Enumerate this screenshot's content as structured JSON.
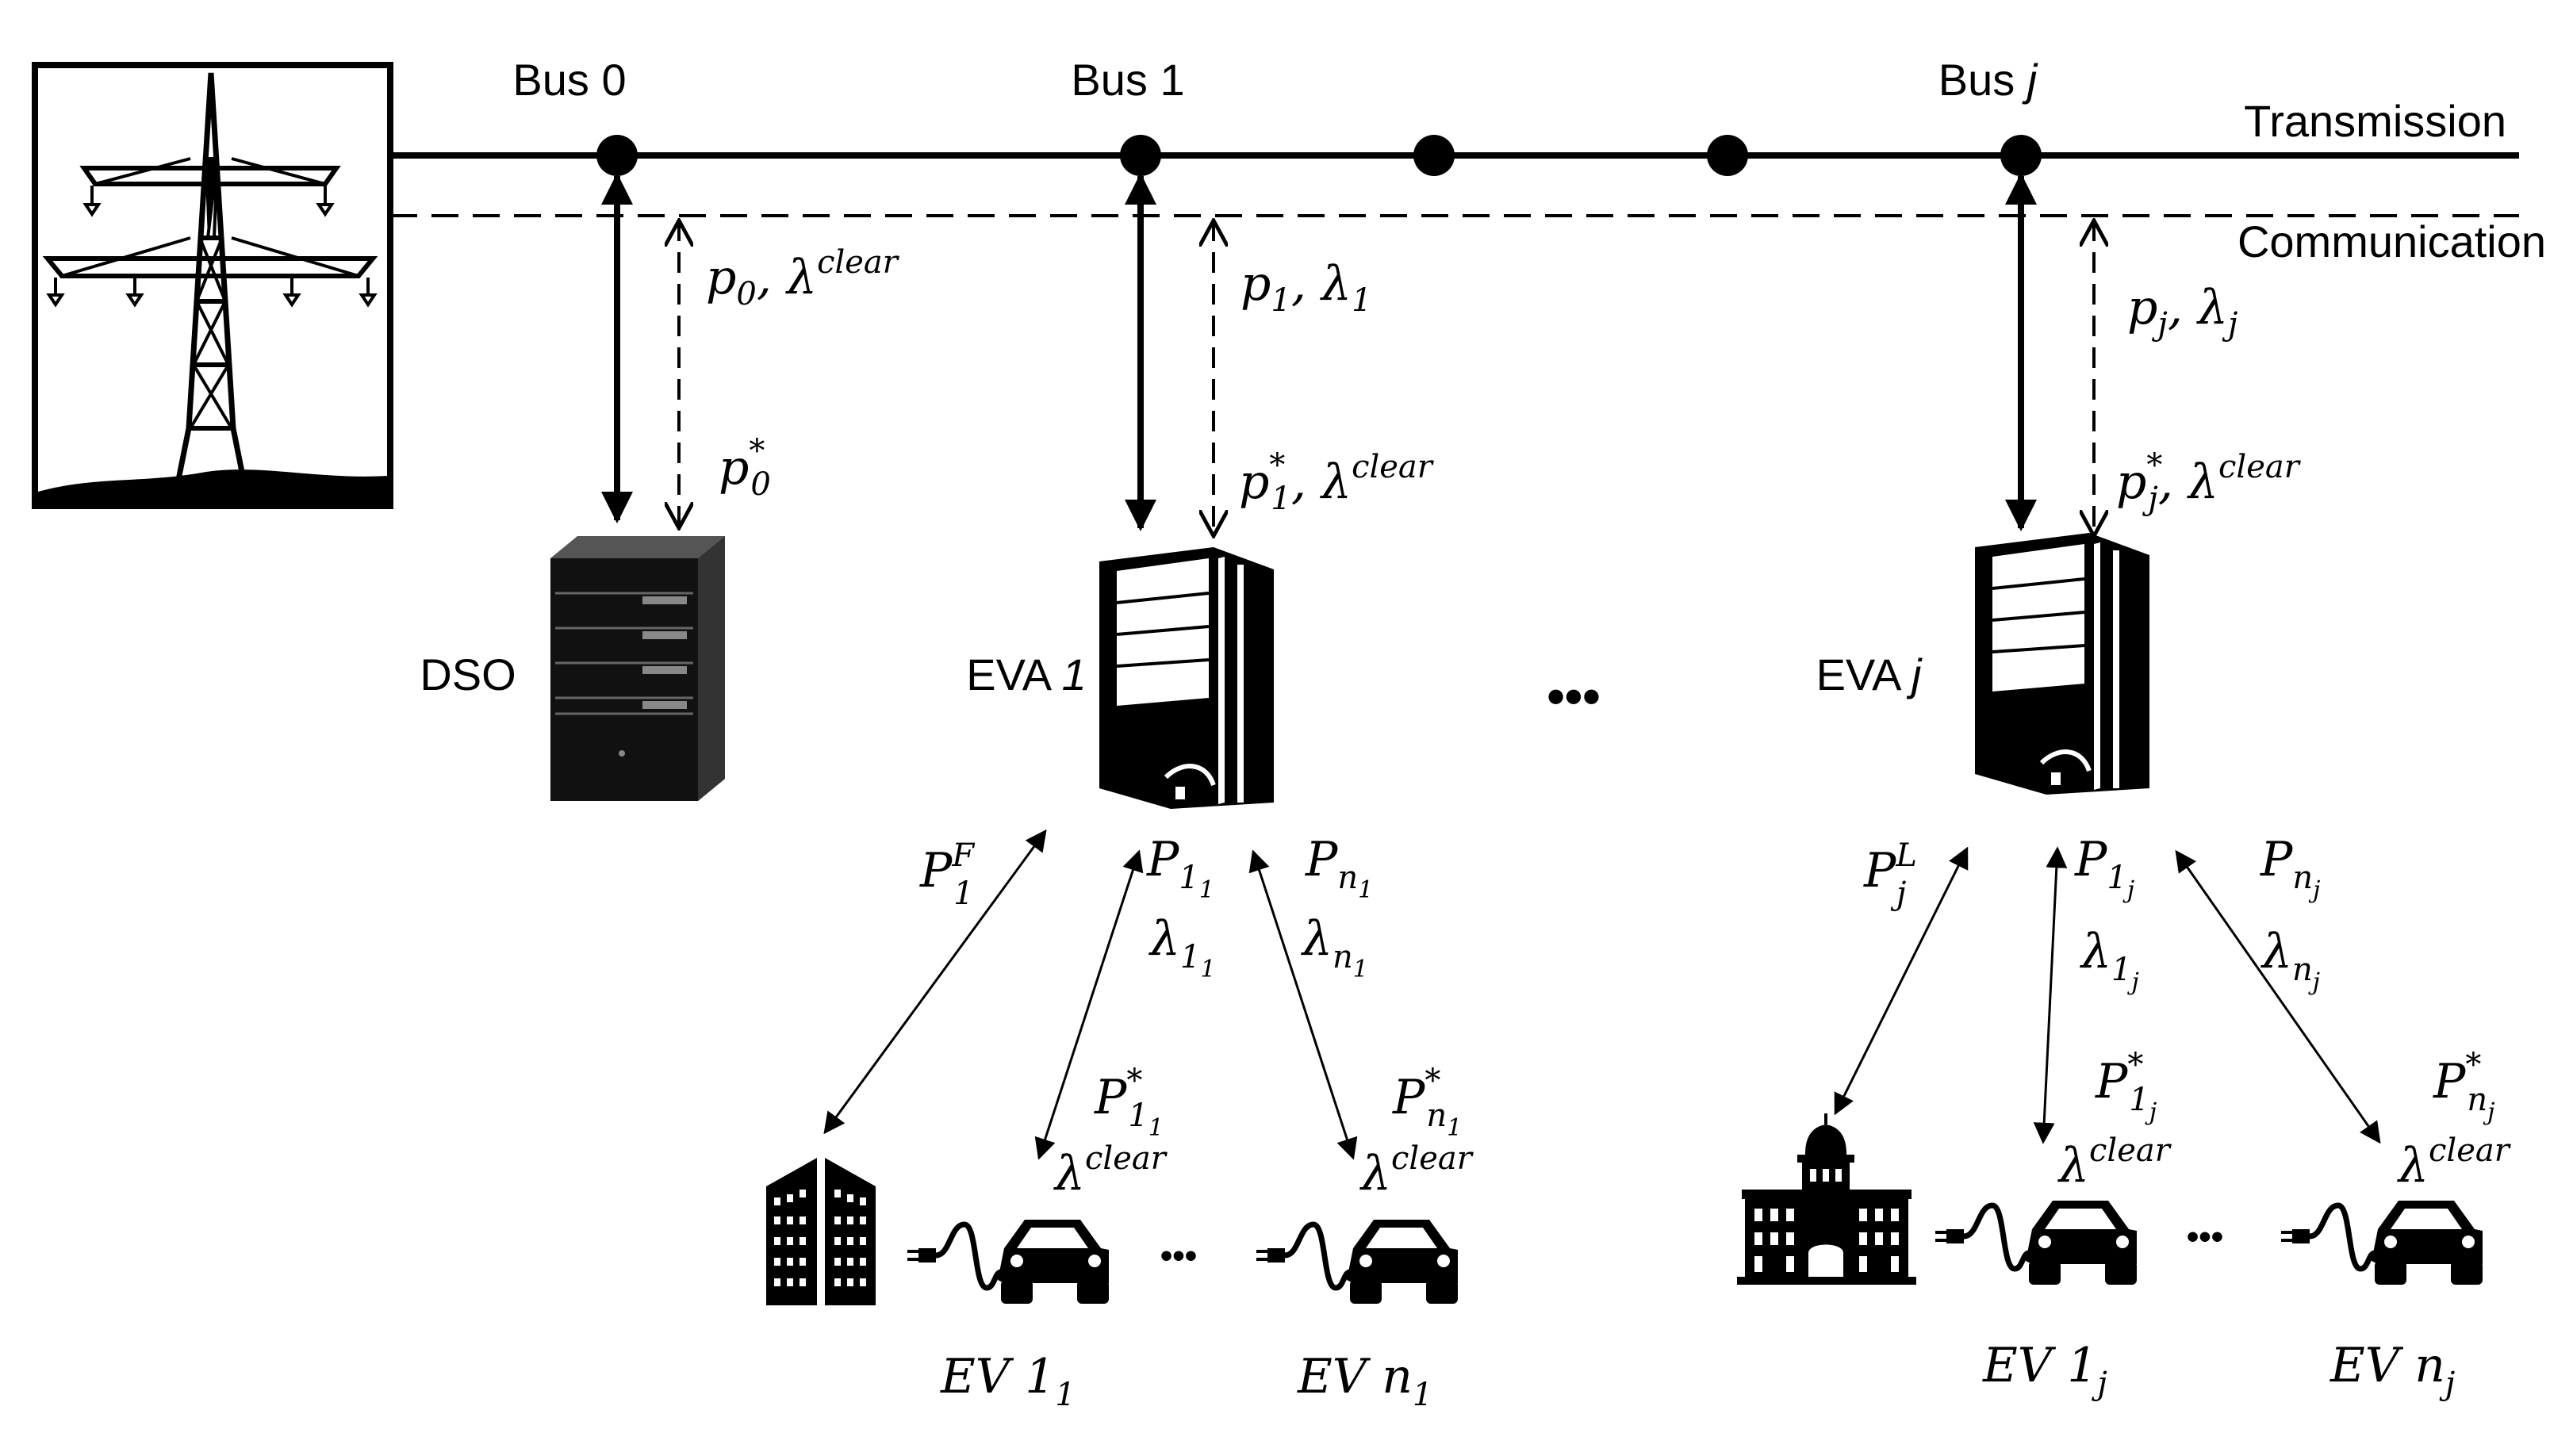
{
  "lines": {
    "transmission": "Transmission",
    "communication": "Communication"
  },
  "buses": {
    "bus0": "Bus 0",
    "bus1": "Bus 1",
    "busj_prefix": "Bus ",
    "busj_var": "j"
  },
  "nodes": {
    "dso": "DSO",
    "eva1_prefix": "EVA ",
    "eva1_var": "1",
    "evaj_prefix": "EVA ",
    "evaj_var": "j",
    "ellipsis": "•••"
  },
  "signals": {
    "p0_up": {
      "a": "p",
      "a_sub": "0",
      "sep": ", ",
      "b": "λ",
      "b_sup": "clear"
    },
    "p0_down": {
      "a": "p",
      "a_sub": "0",
      "a_sup": "*"
    },
    "p1_up": {
      "a": "p",
      "a_sub": "1",
      "sep": ", ",
      "b": "λ",
      "b_sub": "1"
    },
    "p1_down": {
      "a": "p",
      "a_sub": "1",
      "a_sup": "*",
      "sep": ", ",
      "b": "λ",
      "b_sup": "clear"
    },
    "pj_up": {
      "a": "p",
      "a_sub": "j",
      "sep": ", ",
      "b": "λ",
      "b_sub": "j"
    },
    "pj_down": {
      "a": "p",
      "a_sub": "j",
      "a_sup": "*",
      "sep": ", ",
      "b": "λ",
      "b_sup": "clear"
    }
  },
  "aggregator1": {
    "flex_load": {
      "base": "P",
      "sub": "1",
      "sup": "F"
    },
    "ev1_bid": {
      "P": "P",
      "P_sub": "1",
      "P_subsub": "1",
      "L": "λ",
      "L_sub": "1",
      "L_subsub": "1"
    },
    "evn_bid": {
      "P": "P",
      "P_sub": "n",
      "P_subsub": "1",
      "L": "λ",
      "L_sub": "n",
      "L_subsub": "1"
    },
    "ev1_clear": {
      "P": "P",
      "P_sub": "1",
      "P_subsub": "1",
      "star": "*",
      "L": "λ",
      "L_sup": "clear"
    },
    "evn_clear": {
      "P": "P",
      "P_sub": "n",
      "P_subsub": "1",
      "star": "*",
      "L": "λ",
      "L_sup": "clear"
    },
    "ev1_label": {
      "base": "EV 1",
      "sub": "1"
    },
    "evn_label": {
      "base": "EV n",
      "sub": "1"
    },
    "ellipsis": "•••"
  },
  "aggregatorj": {
    "load": {
      "base": "P",
      "sub": "j",
      "sup": "L"
    },
    "ev1_bid": {
      "P": "P",
      "P_sub": "1",
      "P_subsub": "j",
      "L": "λ",
      "L_sub": "1",
      "L_subsub": "j"
    },
    "evn_bid": {
      "P": "P",
      "P_sub": "n",
      "P_subsub": "j",
      "L": "λ",
      "L_sub": "n",
      "L_subsub": "j"
    },
    "ev1_clear": {
      "P": "P",
      "P_sub": "1",
      "P_subsub": "j",
      "star": "*",
      "L": "λ",
      "L_sup": "clear"
    },
    "evn_clear": {
      "P": "P",
      "P_sub": "n",
      "P_subsub": "j",
      "star": "*",
      "L": "λ",
      "L_sup": "clear"
    },
    "ev1_label": {
      "base": "EV 1",
      "sub": "j"
    },
    "evn_label": {
      "base": "EV n",
      "sub": "j"
    },
    "ellipsis": "•••"
  },
  "icons": [
    "transmission-tower-icon",
    "dso-server-icon",
    "eva-server-icon",
    "office-building-icon",
    "civic-building-icon",
    "electric-car-icon"
  ]
}
